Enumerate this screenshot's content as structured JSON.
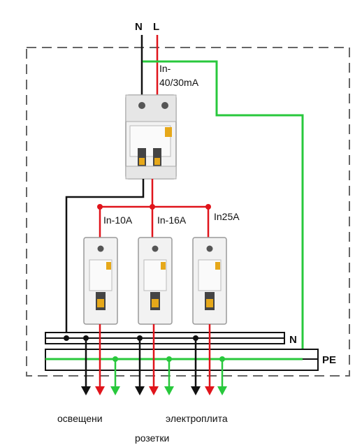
{
  "labels": {
    "neutral": "N",
    "line": "L",
    "rcd_rating": "In-\n40/30mA",
    "breakers": [
      "In-10A",
      "In-16A",
      "In25A"
    ],
    "neutral_bar": "N",
    "pe_bar": "PE",
    "outputs": [
      "освещени",
      "электроплита",
      "розетки"
    ]
  },
  "colors": {
    "line": "#e0141b",
    "neutral": "#111111",
    "earth": "#28c83c",
    "enclosure": "#666666"
  }
}
